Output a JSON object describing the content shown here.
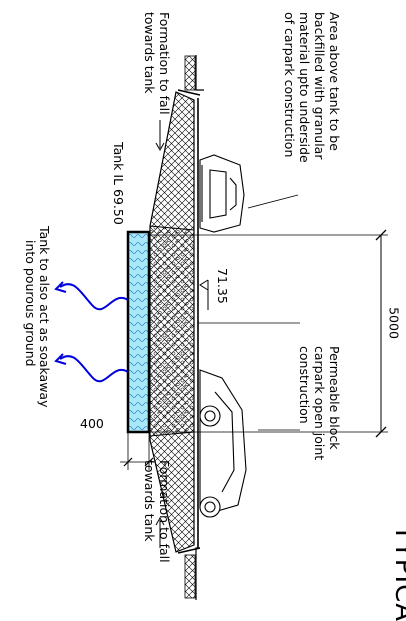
{
  "notes": {
    "backfill": [
      "Area above tank to be",
      "backfilled with granular",
      "material upto underside",
      "of carpark construction"
    ],
    "fall_top": [
      "Formation to fall",
      "towards tank"
    ],
    "fall_bottom": [
      "Formation to fall",
      "towards tank"
    ],
    "tank_il": "Tank IL 69.50",
    "level": "71.35",
    "soakaway": [
      "Tank to also act as soakaway",
      "into pourous ground"
    ],
    "permeable": [
      "Permeable block",
      "carpark open joint",
      "construction"
    ]
  },
  "dimensions": {
    "width": "5000",
    "tank_offset": "400"
  },
  "title": "TYPICA",
  "colors": {
    "line": "#000000",
    "water": "#0000dd",
    "tank_fill": "#a8e8f8"
  }
}
